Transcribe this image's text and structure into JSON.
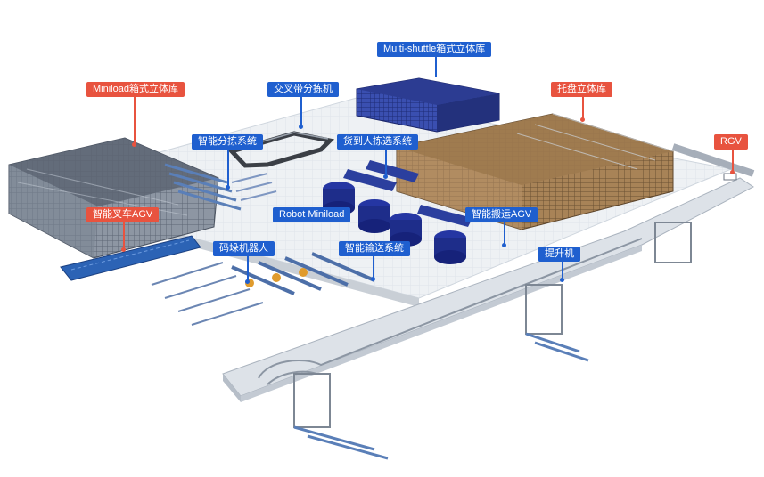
{
  "labels": {
    "multishuttle": "Multi-shuttle箱式立体库",
    "miniload": "Miniload箱式立体库",
    "cross_belt": "交叉带分拣机",
    "pallet_as": "托盘立体库",
    "smart_sort": "智能分拣系统",
    "goods_to_person": "货到人拣选系统",
    "rgv": "RGV",
    "forklift_agv": "智能叉车AGV",
    "robot_miniload": "Robot Miniload",
    "handling_agv": "智能搬运AGV",
    "palletizing_robot": "码垛机器人",
    "conveying": "智能输送系统",
    "lift": "提升机"
  },
  "colors": {
    "blue_tag": "#1f5fcf",
    "red_tag": "#e8533f",
    "rack_blue": "#2b3f9e",
    "rack_brown": "#8a6a45",
    "floor": "#e9ecef",
    "conveyor": "#5a7fb8"
  }
}
